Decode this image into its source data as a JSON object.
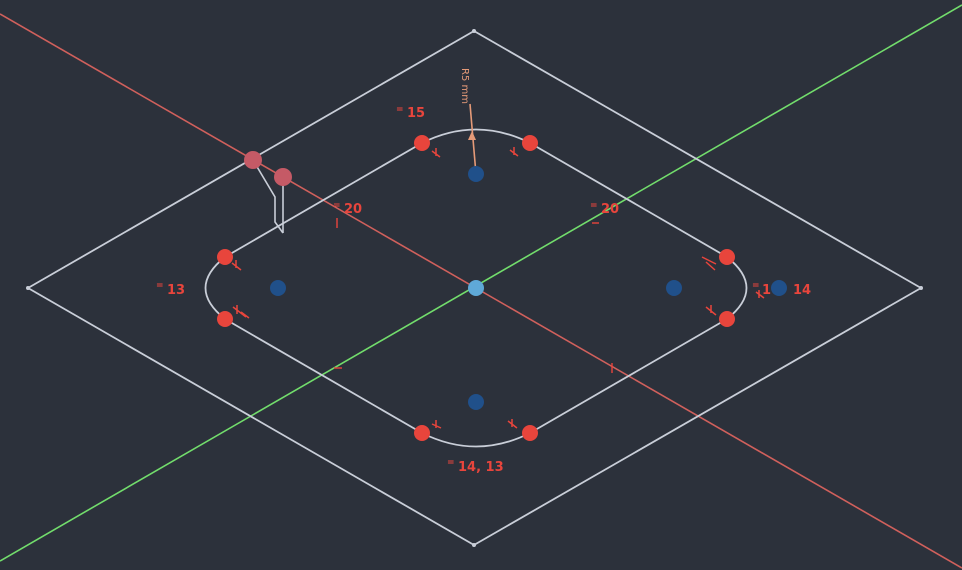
{
  "colors": {
    "background": "#2c313b",
    "sketch_line": "#c9ced8",
    "x_axis": "#d0605c",
    "y_axis": "#72dd6c",
    "endpoint": "#e8453c",
    "selected_point": "#c55a66",
    "center_point": "#20508a",
    "origin_point": "#5fa9d8",
    "constraint_text": "#e8453c",
    "dimension": "#e59a78"
  },
  "dimensions": {
    "radius": "R5 mm"
  },
  "constraints": {
    "top": "15",
    "left_upper": "20",
    "right_upper": "20",
    "left": "13",
    "right_prefix": "1",
    "right": "14",
    "bottom": "14, 13",
    "equal_symbol": "="
  },
  "icons": {
    "tangent": "tangent-icon",
    "perpendicular": "perpendicular-icon",
    "parallel": "parallel-icon"
  }
}
